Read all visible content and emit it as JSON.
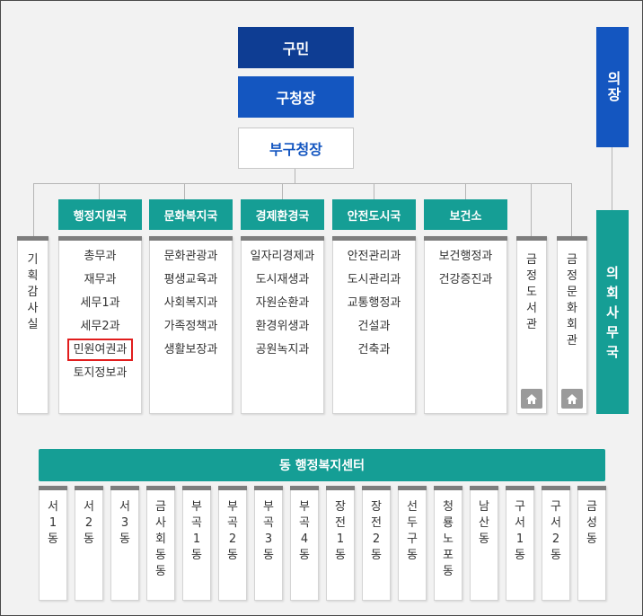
{
  "top": {
    "residents": "구민",
    "mayor": "구청장",
    "deputy_mayor": "부구청장",
    "council": "의장"
  },
  "standalone_left": "기획감사실",
  "departments": [
    {
      "name": "행정지원국",
      "teams": [
        "총무과",
        "재무과",
        "세무1과",
        "세무2과",
        "민원여권과",
        "토지정보과"
      ],
      "highlight_index": 4
    },
    {
      "name": "문화복지국",
      "teams": [
        "문화관광과",
        "평생교육과",
        "사회복지과",
        "가족정책과",
        "생활보장과"
      ]
    },
    {
      "name": "경제환경국",
      "teams": [
        "일자리경제과",
        "도시재생과",
        "자원순환과",
        "환경위생과",
        "공원녹지과"
      ]
    },
    {
      "name": "안전도시국",
      "teams": [
        "안전관리과",
        "도시관리과",
        "교통행정과",
        "건설과",
        "건축과"
      ]
    },
    {
      "name": "보건소",
      "teams": [
        "보건행정과",
        "건강증진과"
      ]
    }
  ],
  "facilities": [
    {
      "name": "금정도서관",
      "icon": "home-icon"
    },
    {
      "name": "금정문화회관",
      "icon": "home-icon"
    }
  ],
  "council_office": "의회사무국",
  "community_center": "동 행정복지센터",
  "dongs": [
    "서1동",
    "서2동",
    "서3동",
    "금사회동동",
    "부곡1동",
    "부곡2동",
    "부곡3동",
    "부곡4동",
    "장전1동",
    "장전2동",
    "선두구동",
    "청룡노포동",
    "남산동",
    "구서1동",
    "구서2동",
    "금성동"
  ],
  "colors": {
    "navy": "#0e3d93",
    "blue": "#1456c0",
    "teal": "#159e95",
    "highlight": "#e11d1d",
    "card_header": "#7d7d7d"
  }
}
